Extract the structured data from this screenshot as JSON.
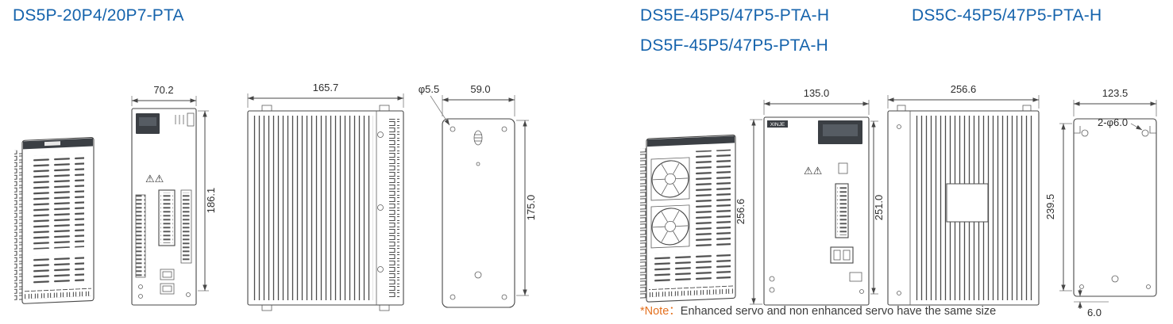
{
  "colors": {
    "title_blue": "#1563ac",
    "note_orange": "#e4711f",
    "line": "#474747"
  },
  "titles": {
    "ds5p": "DS5P-20P4/20P7-PTA",
    "ds5e": "DS5E-45P5/47P5-PTA-H",
    "ds5f": "DS5F-45P5/47P5-PTA-H",
    "ds5c": "DS5C-45P5/47P5-PTA-H"
  },
  "ds5p_drawings": {
    "front": {
      "width": "70.2",
      "height": "186.1"
    },
    "side": {
      "depth": "165.7"
    },
    "back": {
      "hole": "φ5.5",
      "width": "59.0",
      "height": "175.0"
    }
  },
  "ds5e_drawings": {
    "front": {
      "width": "135.0",
      "height_total": "256.6",
      "height_body": "251.0",
      "brand": "XINJE"
    },
    "side": {
      "depth": "256.6"
    },
    "back": {
      "width": "123.5",
      "holes": "2-φ6.0",
      "height": "239.5",
      "bottom_offset": "6.0"
    }
  },
  "icons": {
    "warning": "⚠⚠"
  },
  "note": {
    "prefix": "*Note：",
    "text": "Enhanced servo and non enhanced servo have the same size"
  }
}
